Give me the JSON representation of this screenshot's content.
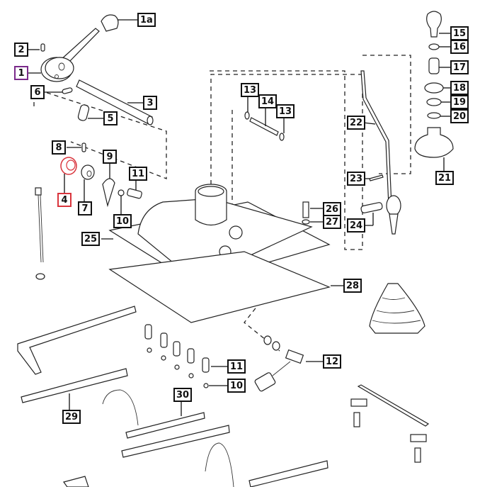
{
  "diagram": {
    "title": "Gearshift assembly exploded parts diagram",
    "highlight_colors": {
      "selected_callout": "#7a2a8a",
      "highlighted_part": "#d9343c"
    }
  },
  "callouts": [
    {
      "id": "1a",
      "label": "1a"
    },
    {
      "id": "1",
      "label": "1",
      "highlight": "purple"
    },
    {
      "id": "2",
      "label": "2"
    },
    {
      "id": "3",
      "label": "3"
    },
    {
      "id": "4",
      "label": "4",
      "highlight": "red"
    },
    {
      "id": "5",
      "label": "5"
    },
    {
      "id": "6",
      "label": "6"
    },
    {
      "id": "7",
      "label": "7"
    },
    {
      "id": "8",
      "label": "8"
    },
    {
      "id": "9",
      "label": "9"
    },
    {
      "id": "10a",
      "label": "10"
    },
    {
      "id": "10b",
      "label": "10"
    },
    {
      "id": "11a",
      "label": "11"
    },
    {
      "id": "11b",
      "label": "11"
    },
    {
      "id": "12",
      "label": "12"
    },
    {
      "id": "13a",
      "label": "13"
    },
    {
      "id": "13b",
      "label": "13"
    },
    {
      "id": "14",
      "label": "14"
    },
    {
      "id": "15",
      "label": "15"
    },
    {
      "id": "16",
      "label": "16"
    },
    {
      "id": "17",
      "label": "17"
    },
    {
      "id": "18",
      "label": "18"
    },
    {
      "id": "19",
      "label": "19"
    },
    {
      "id": "20",
      "label": "20"
    },
    {
      "id": "21",
      "label": "21"
    },
    {
      "id": "22",
      "label": "22"
    },
    {
      "id": "23",
      "label": "23"
    },
    {
      "id": "24",
      "label": "24"
    },
    {
      "id": "25",
      "label": "25"
    },
    {
      "id": "26",
      "label": "26"
    },
    {
      "id": "27",
      "label": "27"
    },
    {
      "id": "28",
      "label": "28"
    },
    {
      "id": "29",
      "label": "29"
    },
    {
      "id": "30",
      "label": "30"
    }
  ]
}
